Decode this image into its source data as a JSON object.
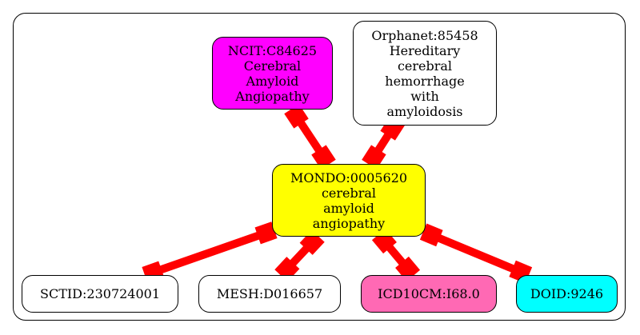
{
  "center": {
    "id": "MONDO:0005620",
    "lines": [
      "MONDO:0005620",
      "cerebral",
      "amyloid",
      "angiopathy"
    ],
    "color": "#ffff00"
  },
  "top_nodes": [
    {
      "id": "NCIT:C84625",
      "lines": [
        "NCIT:C84625",
        "Cerebral",
        "Amyloid",
        "Angiopathy"
      ],
      "color": "#ff00ff"
    },
    {
      "id": "Orphanet:85458",
      "lines": [
        "Orphanet:85458",
        "Hereditary",
        "cerebral",
        "hemorrhage",
        "with",
        "amyloidosis"
      ],
      "color": "#ffffff"
    }
  ],
  "bottom_nodes": [
    {
      "id": "SCTID:230724001",
      "lines": [
        "SCTID:230724001"
      ],
      "color": "#ffffff"
    },
    {
      "id": "MESH:D016657",
      "lines": [
        "MESH:D016657"
      ],
      "color": "#ffffff"
    },
    {
      "id": "ICD10CM:I68.0",
      "lines": [
        "ICD10CM:I68.0"
      ],
      "color": "#ff69b4"
    },
    {
      "id": "DOID:9246",
      "lines": [
        "DOID:9246"
      ],
      "color": "#00ffff"
    }
  ],
  "edge_color": "#ff0000"
}
